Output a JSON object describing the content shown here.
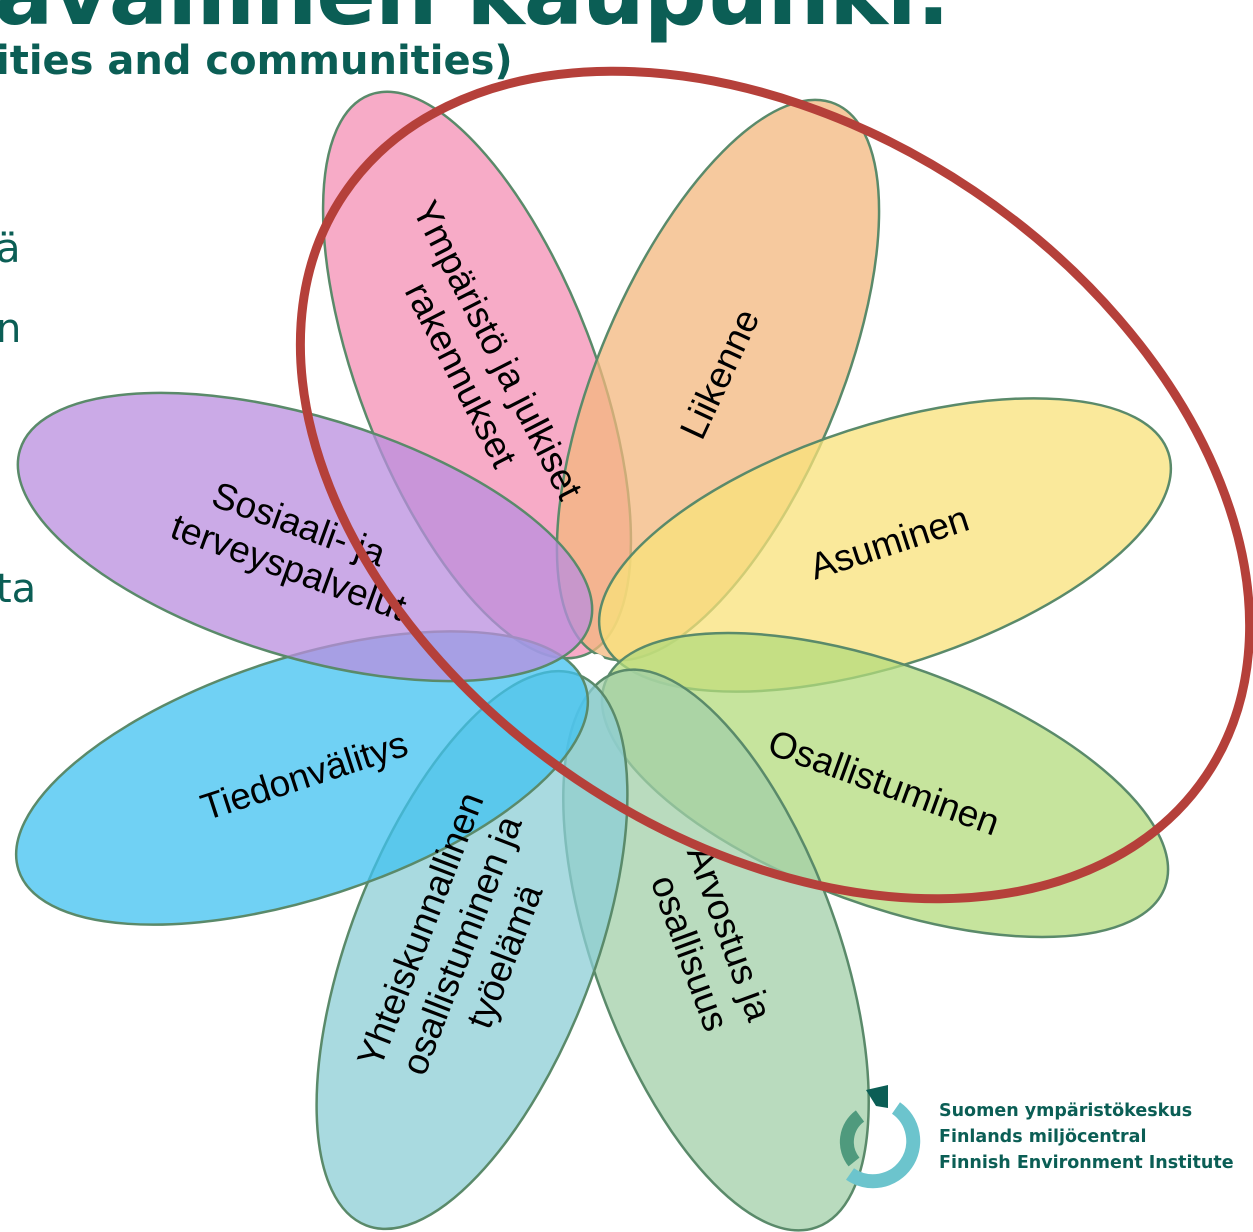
{
  "header": {
    "title": "avallinen kaupunki:",
    "subtitle": "ities and communities)"
  },
  "left_fragments": [
    "ä",
    "n",
    "ta"
  ],
  "colors": {
    "title": "#0b5e55",
    "highlight_ellipse": "#b5403a",
    "petal_stroke": "#5a8a6a"
  },
  "petals": [
    {
      "id": "ymparisto",
      "lines": [
        "Ympäristö ja julkiset",
        "rakennukset"
      ],
      "fill": "#f48fb4"
    },
    {
      "id": "liikenne",
      "lines": [
        "Liikenne"
      ],
      "fill": "#f3b77d"
    },
    {
      "id": "asuminen",
      "lines": [
        "Asuminen"
      ],
      "fill": "#f8e27a"
    },
    {
      "id": "osallistuminen",
      "lines": [
        "Osallistuminen"
      ],
      "fill": "#b3db7c"
    },
    {
      "id": "arvostus",
      "lines": [
        "Arvostus ja",
        "osallisuus"
      ],
      "fill": "#a2cfa8"
    },
    {
      "id": "yhteiskunnallinen",
      "lines": [
        "Yhteiskunnallinen",
        "osallistuminen ja",
        "työelämä"
      ],
      "fill": "#8ccdd6"
    },
    {
      "id": "tiedonvalitys",
      "lines": [
        "Tiedonvälitys"
      ],
      "fill": "#40c1f0"
    },
    {
      "id": "sosiaali",
      "lines": [
        "Sosiaali- ja",
        "terveyspalvelut"
      ],
      "fill": "#b98ddf"
    }
  ],
  "logo": {
    "lines": [
      "Suomen ympäristökeskus",
      "Finlands miljöcentral",
      "Finnish Environment Institute"
    ]
  }
}
